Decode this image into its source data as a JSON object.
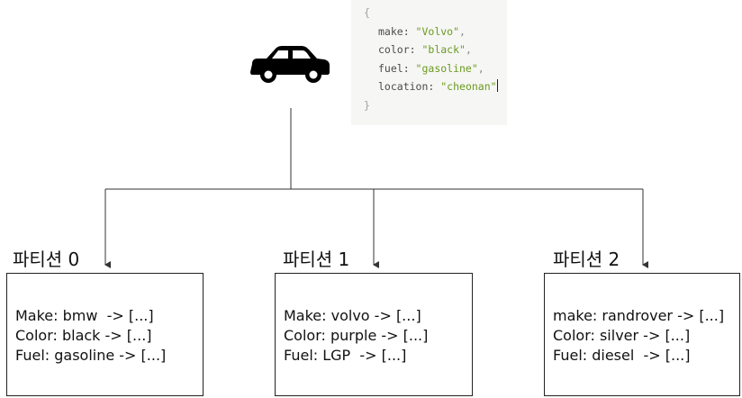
{
  "code_snippet": {
    "open_brace": "{",
    "close_brace": "}",
    "fields": [
      {
        "key": "make: ",
        "value": "\"Volvo\"",
        "sep": ","
      },
      {
        "key": "color: ",
        "value": "\"black\"",
        "sep": ","
      },
      {
        "key": "fuel: ",
        "value": "\"gasoline\"",
        "sep": ","
      },
      {
        "key": "location: ",
        "value": "\"cheonan\"",
        "sep": ""
      }
    ]
  },
  "partitions": [
    {
      "label": "파티션 0",
      "lines": [
        "Make: bmw  -> [...]",
        "Color: black -> [...]",
        "Fuel: gasoline -> [...]"
      ]
    },
    {
      "label": "파티션 1",
      "lines": [
        "Make: volvo -> [...]",
        "Color: purple -> [...]",
        "Fuel: LGP  -> [...]"
      ]
    },
    {
      "label": "파티션 2",
      "lines": [
        "make: randrover -> [...]",
        "Color: silver -> [...]",
        "Fuel: diesel  -> [...]"
      ]
    }
  ],
  "colors": {
    "line": "#333333",
    "string": "#6a9a1f",
    "code_bg": "#f6f6f4"
  },
  "icon": "car-icon"
}
